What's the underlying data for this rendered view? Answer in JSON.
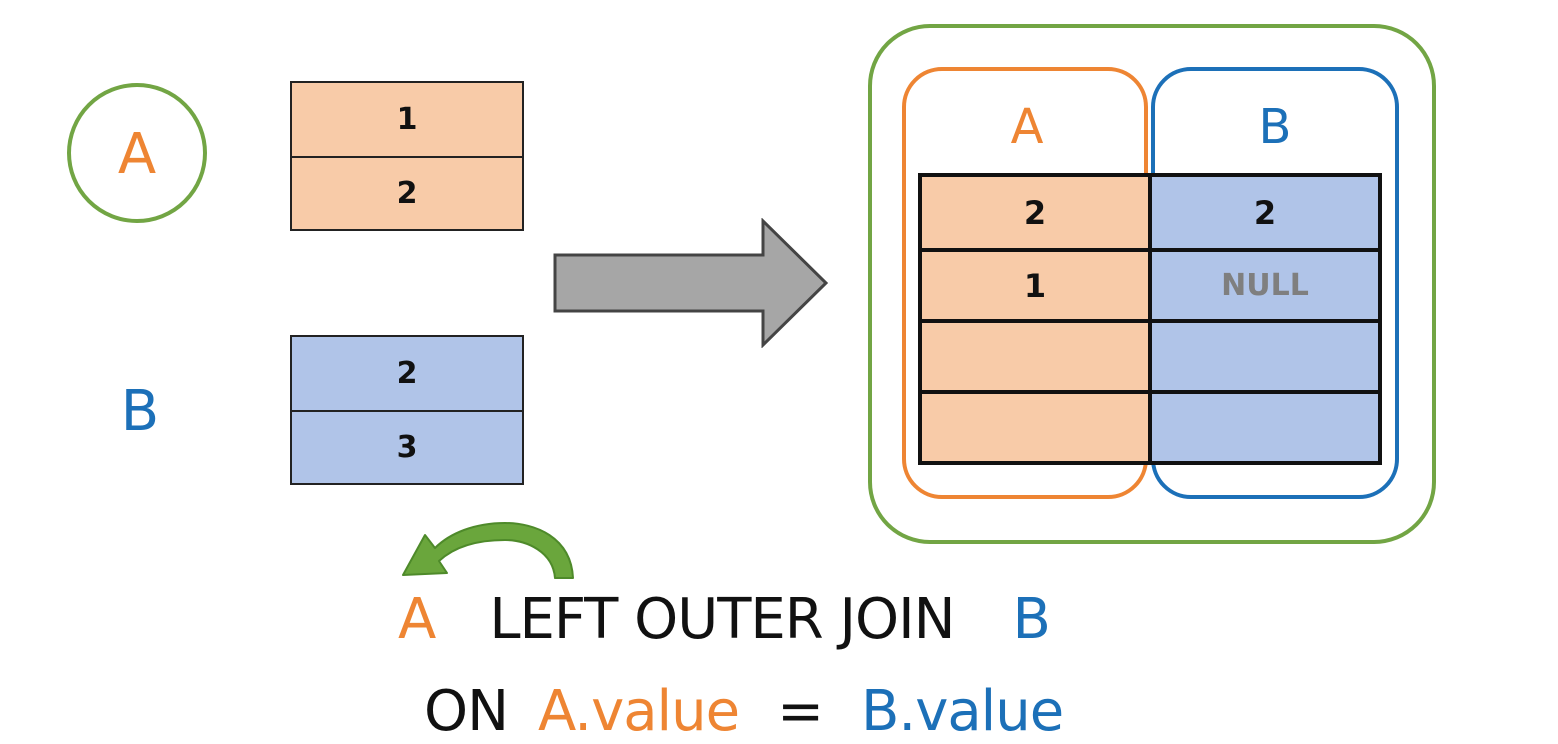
{
  "left": {
    "table_a_label": "A",
    "table_b_label": "B",
    "table_a_rows": [
      "1",
      "2"
    ],
    "table_b_rows": [
      "2",
      "3"
    ]
  },
  "result": {
    "col_a_label": "A",
    "col_b_label": "B",
    "rows": [
      {
        "a": "2",
        "b": "2"
      },
      {
        "a": "1",
        "b": "NULL"
      },
      {
        "a": "",
        "b": ""
      },
      {
        "a": "",
        "b": ""
      }
    ]
  },
  "query": {
    "left_table": "A",
    "join_keyword": "LEFT OUTER JOIN",
    "right_table": "B",
    "on_keyword": "ON",
    "left_column": "A.value",
    "operator": "=",
    "right_column": "B.value"
  },
  "colors": {
    "table_a": "#ee8533",
    "table_b": "#1c70b8",
    "frame": "#72a544",
    "arrow": "#a6a6a6",
    "null_text": "#7f7f7f"
  }
}
